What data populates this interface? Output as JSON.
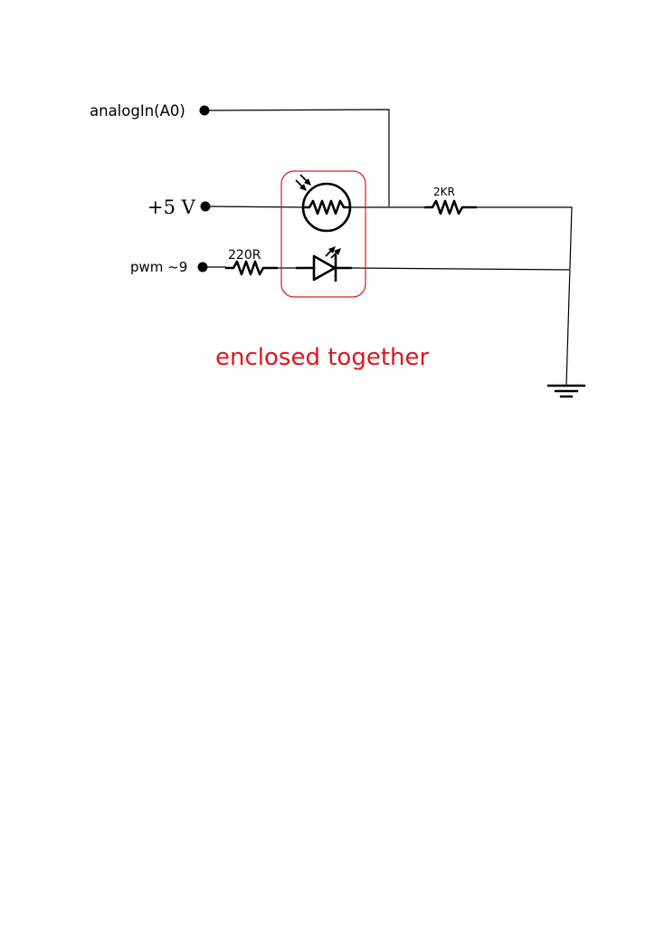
{
  "labels": {
    "analog_in": "analogIn(A0)",
    "plus5v": "+5 V",
    "pwm": "pwm ~9",
    "r_top": "2KR",
    "r_led": "220R",
    "note": "enclosed together"
  },
  "colors": {
    "wire": "#000000",
    "enclosure": "#e0141e",
    "note_text": "#e0141e"
  },
  "components": {
    "photoresistor": "ldr-symbol",
    "led": "led-symbol",
    "ground": "ground-symbol"
  }
}
